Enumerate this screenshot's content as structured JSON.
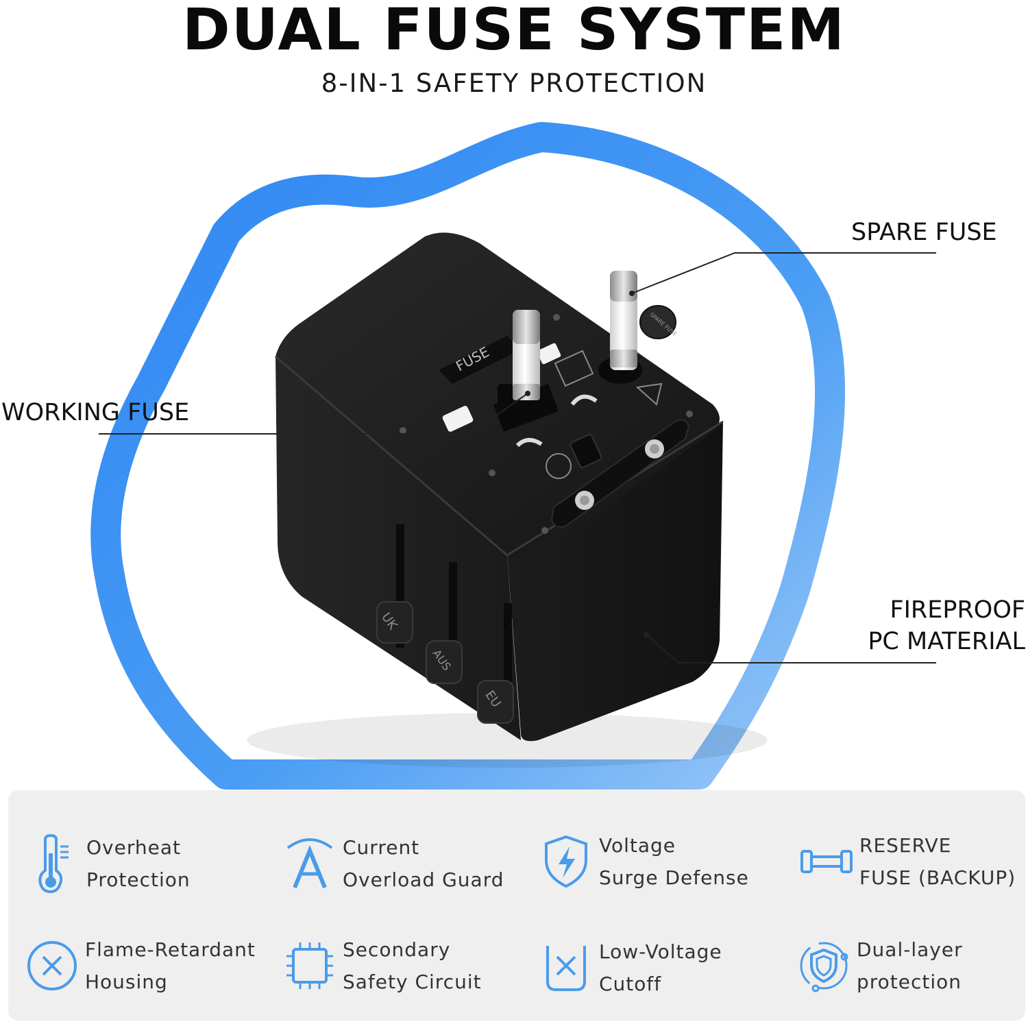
{
  "header": {
    "title": "DUAL FUSE SYSTEM",
    "subtitle": "8-IN-1 SAFETY PROTECTION"
  },
  "callouts": {
    "spare_fuse": "SPARE FUSE",
    "working_fuse": "WORKING FUSE",
    "fireproof_line1": "FIREPROOF",
    "fireproof_line2": "PC MATERIAL"
  },
  "product_labels": {
    "fuse_cap": "FUSE",
    "spare_cap": "SPARE FUSE",
    "slider_uk": "UK",
    "slider_aus": "AUS",
    "slider_eu": "EU"
  },
  "features": [
    {
      "icon": "thermometer-icon",
      "line1": "Overheat",
      "line2": "Protection"
    },
    {
      "icon": "current-icon",
      "line1": "Current",
      "line2": "Overload Guard"
    },
    {
      "icon": "shield-bolt-icon",
      "line1": "Voltage",
      "line2": "Surge Defense"
    },
    {
      "icon": "fuse-icon",
      "line1": "RESERVE",
      "line2": "FUSE (BACKUP)"
    },
    {
      "icon": "circle-x-icon",
      "line1": "Flame-Retardant",
      "line2": "Housing"
    },
    {
      "icon": "chip-icon",
      "line1": "Secondary",
      "line2": "Safety Circuit"
    },
    {
      "icon": "cutoff-icon",
      "line1": "Low-Voltage",
      "line2": "Cutoff"
    },
    {
      "icon": "shield-orbit-icon",
      "line1": "Dual-layer",
      "line2": "protection"
    }
  ],
  "colors": {
    "accent_blue": "#3d8ff0",
    "icon_blue": "#4a9be8",
    "device_black": "#1b1b1b",
    "panel_gray": "#efefef"
  }
}
